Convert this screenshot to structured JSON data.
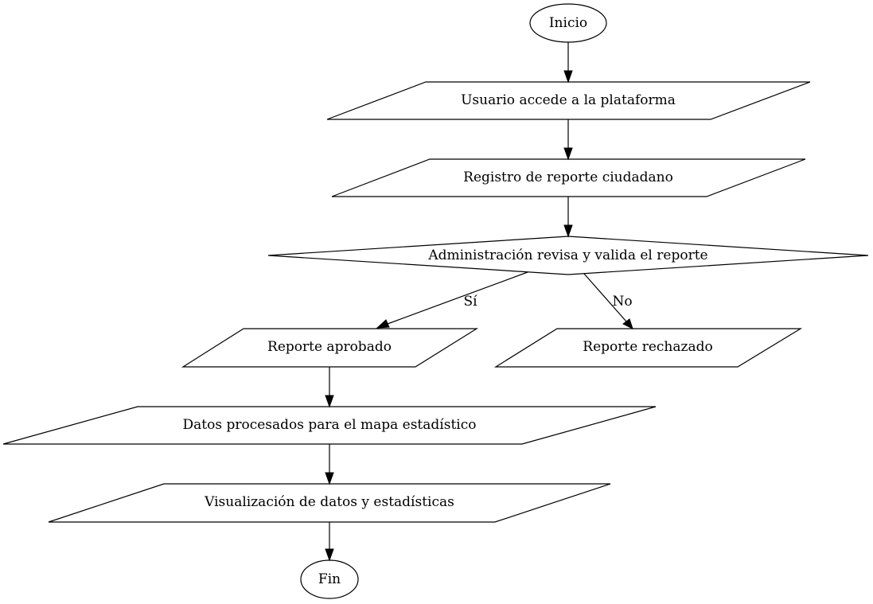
{
  "diagram": {
    "type": "flowchart",
    "nodes": [
      {
        "id": "inicio",
        "shape": "ellipse",
        "label": "Inicio"
      },
      {
        "id": "acceso",
        "shape": "parallelogram",
        "label": "Usuario accede a la plataforma"
      },
      {
        "id": "registro",
        "shape": "parallelogram",
        "label": "Registro de reporte ciudadano"
      },
      {
        "id": "revision",
        "shape": "diamond",
        "label": "Administración revisa y valida el reporte"
      },
      {
        "id": "aprobado",
        "shape": "parallelogram",
        "label": "Reporte aprobado"
      },
      {
        "id": "rechazado",
        "shape": "parallelogram",
        "label": "Reporte rechazado"
      },
      {
        "id": "procesados",
        "shape": "parallelogram",
        "label": "Datos procesados para el mapa estadístico"
      },
      {
        "id": "visualizacion",
        "shape": "parallelogram",
        "label": "Visualización de datos y estadísticas"
      },
      {
        "id": "fin",
        "shape": "ellipse",
        "label": "Fin"
      }
    ],
    "edges": [
      {
        "from": "inicio",
        "to": "acceso",
        "label": ""
      },
      {
        "from": "acceso",
        "to": "registro",
        "label": ""
      },
      {
        "from": "registro",
        "to": "revision",
        "label": ""
      },
      {
        "from": "revision",
        "to": "aprobado",
        "label": "Sí"
      },
      {
        "from": "revision",
        "to": "rechazado",
        "label": "No"
      },
      {
        "from": "aprobado",
        "to": "procesados",
        "label": ""
      },
      {
        "from": "procesados",
        "to": "visualizacion",
        "label": ""
      },
      {
        "from": "visualizacion",
        "to": "fin",
        "label": ""
      }
    ]
  }
}
